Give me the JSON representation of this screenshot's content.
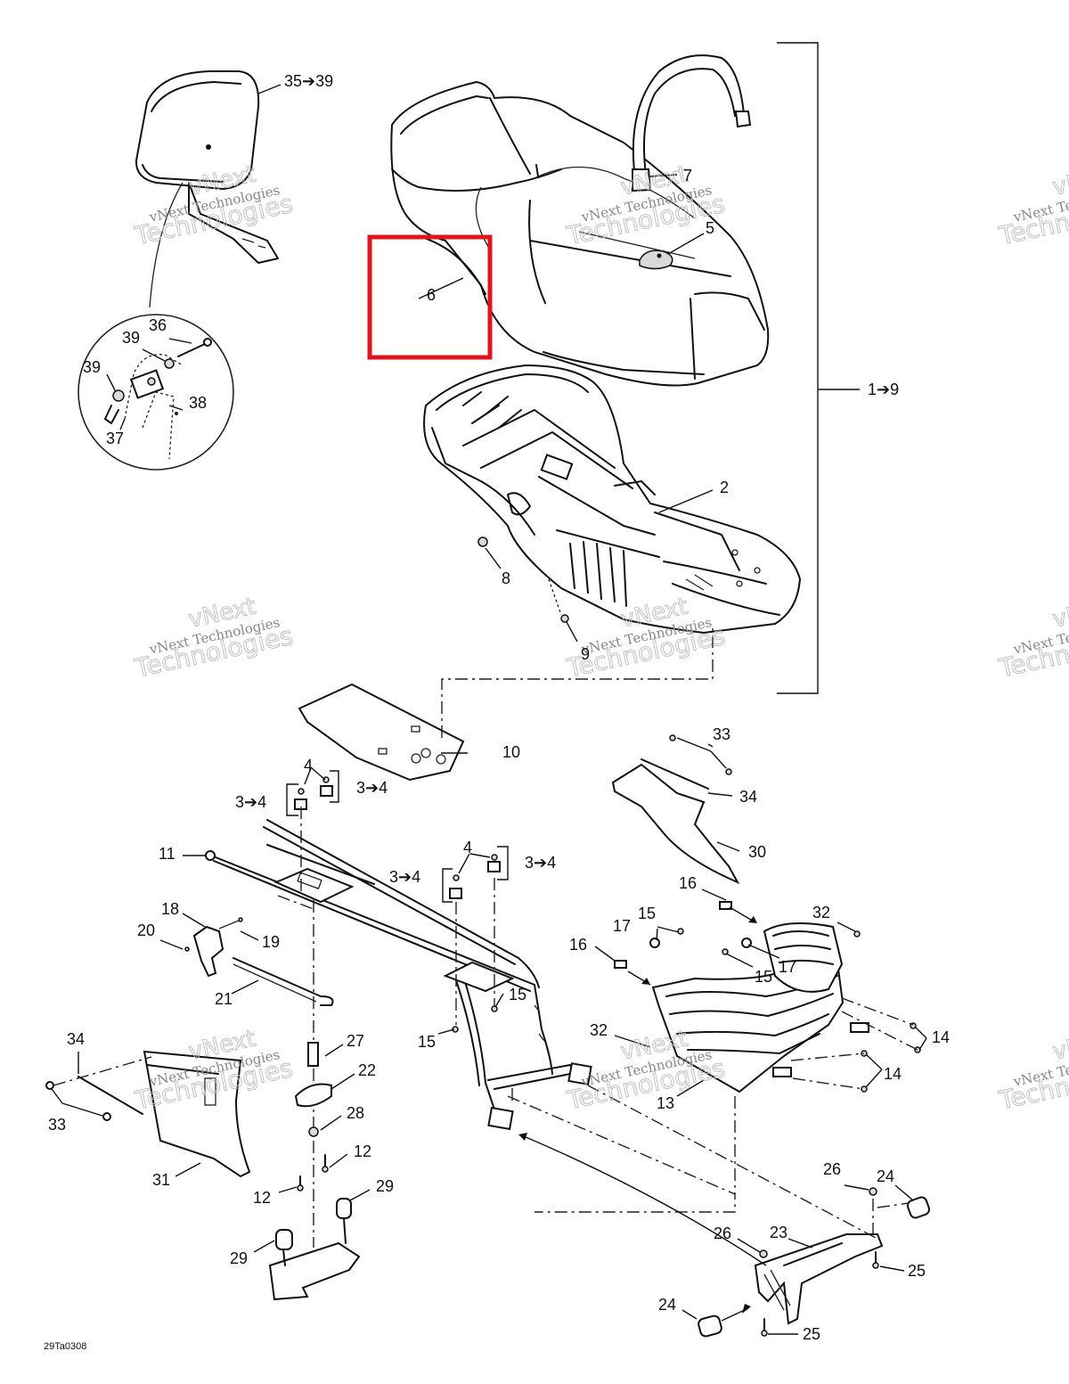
{
  "figure_code": "29Ta0308",
  "watermark": {
    "line1": "vNext",
    "line2": "vNext Technologies",
    "line3": "Technologies"
  },
  "highlight_color": "#e0141c",
  "highlight_label": "6",
  "callouts": [
    {
      "id": "c-35-39",
      "text": "35➔39"
    },
    {
      "id": "c-36",
      "text": "36"
    },
    {
      "id": "c-39a",
      "text": "39"
    },
    {
      "id": "c-39b",
      "text": "39"
    },
    {
      "id": "c-38",
      "text": "38"
    },
    {
      "id": "c-37",
      "text": "37"
    },
    {
      "id": "c-7",
      "text": "7"
    },
    {
      "id": "c-5",
      "text": "5"
    },
    {
      "id": "c-1-9",
      "text": "1➔9"
    },
    {
      "id": "c-2",
      "text": "2"
    },
    {
      "id": "c-8",
      "text": "8"
    },
    {
      "id": "c-9",
      "text": "9"
    },
    {
      "id": "c-10",
      "text": "10"
    },
    {
      "id": "c-4a",
      "text": "4"
    },
    {
      "id": "c-3-4a",
      "text": "3➔4"
    },
    {
      "id": "c-3-4b",
      "text": "3➔4"
    },
    {
      "id": "c-4b",
      "text": "4"
    },
    {
      "id": "c-3-4c",
      "text": "3➔4"
    },
    {
      "id": "c-3-4d",
      "text": "3➔4"
    },
    {
      "id": "c-33a",
      "text": "33"
    },
    {
      "id": "c-34a",
      "text": "34"
    },
    {
      "id": "c-30",
      "text": "30"
    },
    {
      "id": "c-11",
      "text": "11"
    },
    {
      "id": "c-18",
      "text": "18"
    },
    {
      "id": "c-20",
      "text": "20"
    },
    {
      "id": "c-19",
      "text": "19"
    },
    {
      "id": "c-21",
      "text": "21"
    },
    {
      "id": "c-16a",
      "text": "16"
    },
    {
      "id": "c-15a",
      "text": "15"
    },
    {
      "id": "c-17a",
      "text": "17"
    },
    {
      "id": "c-32a",
      "text": "32"
    },
    {
      "id": "c-16b",
      "text": "16"
    },
    {
      "id": "c-15b",
      "text": "15"
    },
    {
      "id": "c-17b",
      "text": "17"
    },
    {
      "id": "c-15c",
      "text": "15"
    },
    {
      "id": "c-15d",
      "text": "15"
    },
    {
      "id": "c-14a",
      "text": "14"
    },
    {
      "id": "c-14b",
      "text": "14"
    },
    {
      "id": "c-32b",
      "text": "32"
    },
    {
      "id": "c-13",
      "text": "13"
    },
    {
      "id": "c-27",
      "text": "27"
    },
    {
      "id": "c-22",
      "text": "22"
    },
    {
      "id": "c-28",
      "text": "28"
    },
    {
      "id": "c-34b",
      "text": "34"
    },
    {
      "id": "c-33b",
      "text": "33"
    },
    {
      "id": "c-31",
      "text": "31"
    },
    {
      "id": "c-12a",
      "text": "12"
    },
    {
      "id": "c-12b",
      "text": "12"
    },
    {
      "id": "c-29a",
      "text": "29"
    },
    {
      "id": "c-29b",
      "text": "29"
    },
    {
      "id": "c-26a",
      "text": "26"
    },
    {
      "id": "c-24a",
      "text": "24"
    },
    {
      "id": "c-23",
      "text": "23"
    },
    {
      "id": "c-26b",
      "text": "26"
    },
    {
      "id": "c-25a",
      "text": "25"
    },
    {
      "id": "c-24b",
      "text": "24"
    },
    {
      "id": "c-25b",
      "text": "25"
    }
  ]
}
